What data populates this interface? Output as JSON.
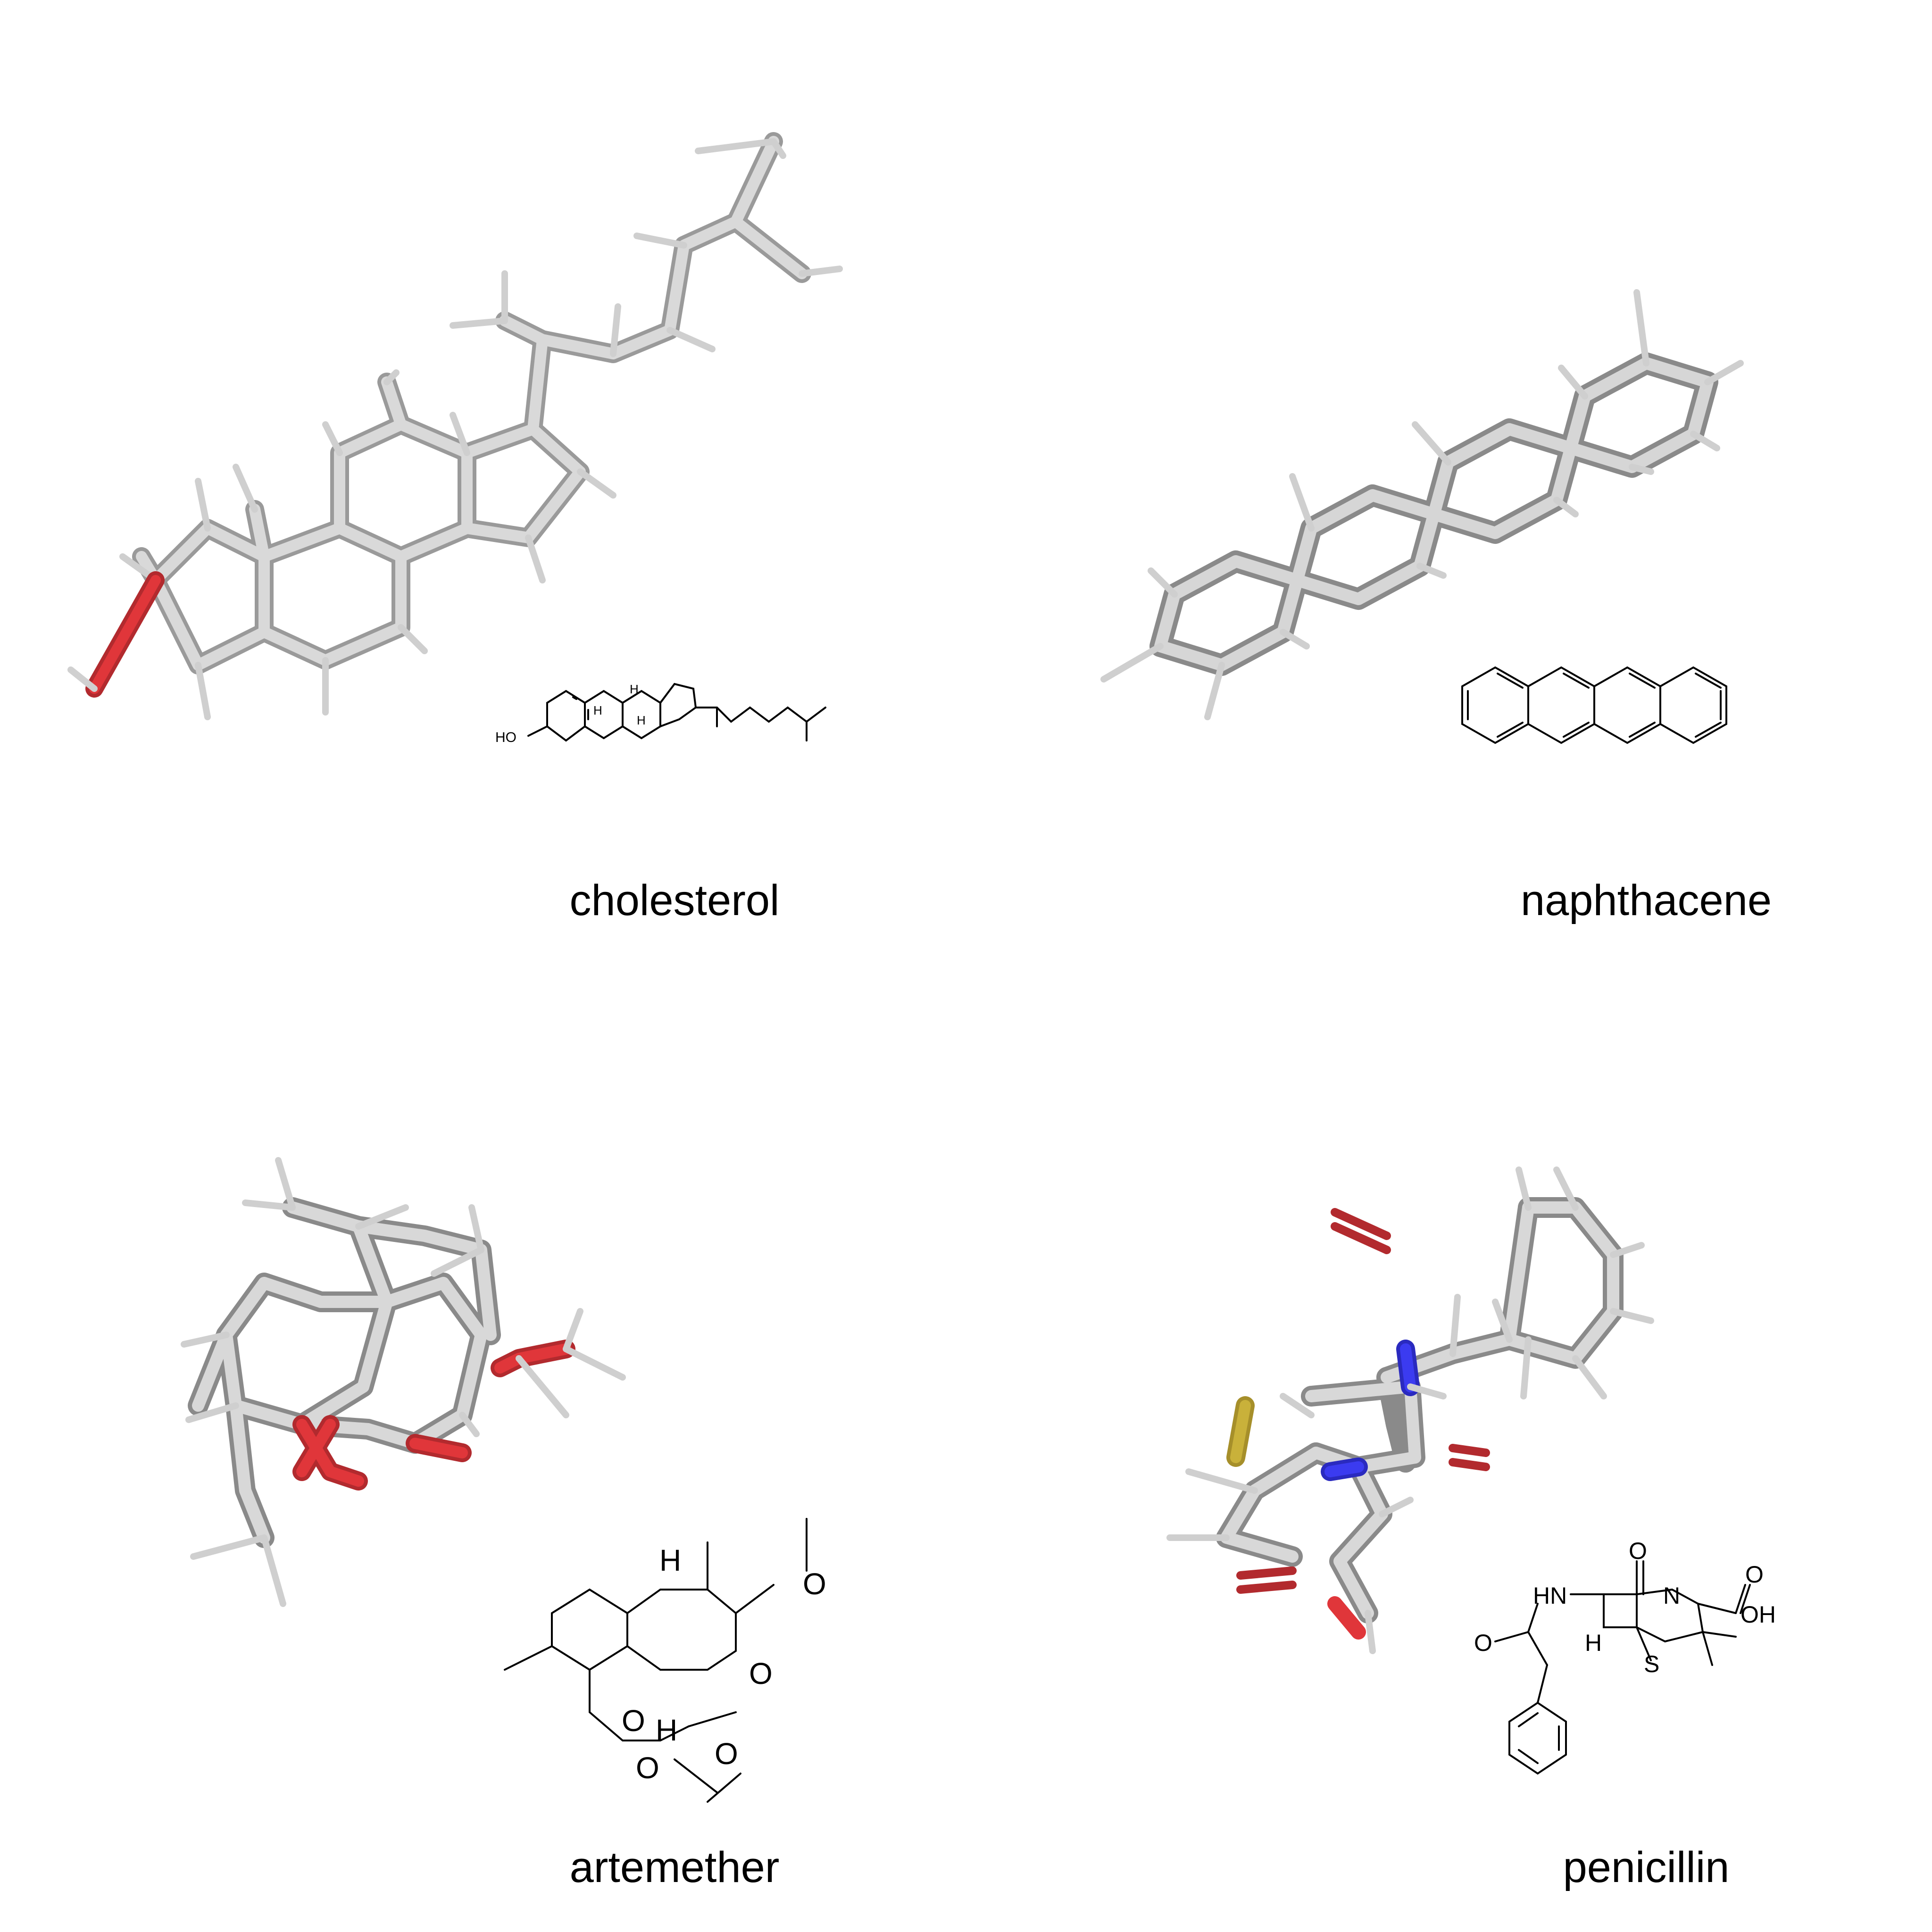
{
  "molecules": [
    {
      "name": "cholesterol",
      "structure_labels": [
        "HO",
        "H",
        "H",
        "H"
      ]
    },
    {
      "name": "naphthacene",
      "structure_labels": []
    },
    {
      "name": "artemether",
      "structure_labels": [
        "H",
        "O",
        "O",
        "O",
        "O",
        "O",
        "H"
      ]
    },
    {
      "name": "penicillin",
      "structure_labels": [
        "O",
        "HN",
        "N",
        "O",
        "OH",
        "O",
        "H",
        "S"
      ]
    }
  ],
  "colors": {
    "carbon_stick": "#c8c8c8",
    "carbon_shadow": "#7a7a7a",
    "oxygen": "#e0363a",
    "nitrogen": "#3b3bf0",
    "sulfur": "#c9b13a",
    "bond_line": "#000000"
  }
}
